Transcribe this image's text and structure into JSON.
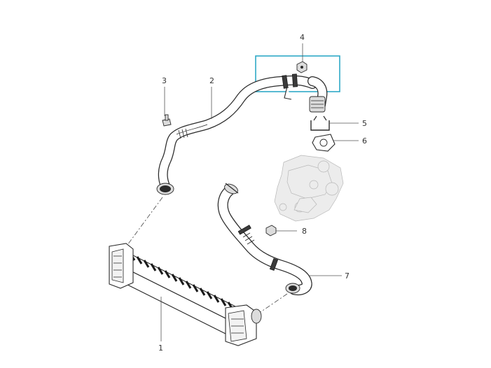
{
  "diagram": {
    "callouts": [
      {
        "id": "c1",
        "label": "1"
      },
      {
        "id": "c2",
        "label": "2"
      },
      {
        "id": "c3",
        "label": "3"
      },
      {
        "id": "c4",
        "label": "4"
      },
      {
        "id": "c5",
        "label": "5"
      },
      {
        "id": "c6",
        "label": "6"
      },
      {
        "id": "c7",
        "label": "7"
      },
      {
        "id": "c8",
        "label": "8"
      }
    ],
    "colors": {
      "highlight_box": "#2fa9c6",
      "line": "#2a2a2a",
      "ghost_part": "#ececec"
    }
  }
}
